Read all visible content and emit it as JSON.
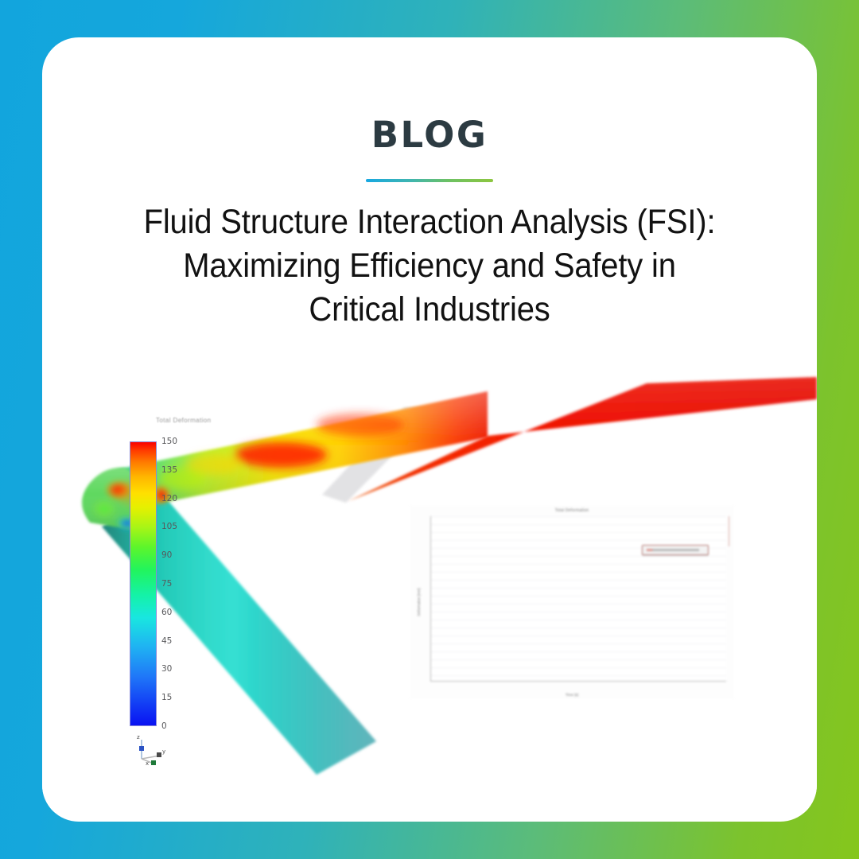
{
  "card": {
    "kicker": "BLOG",
    "headline_lines": [
      "Fluid Structure Interaction Analysis (FSI):",
      "Maximizing Efficiency and Safety in",
      "Critical Industries"
    ]
  },
  "theme": {
    "background_start": "#12A5DD",
    "background_end": "#85C61C",
    "kicker_color": "#2C3B42",
    "rule_start": "#17A8E2",
    "rule_end": "#8DC63F",
    "card_background": "#FFFFFF"
  },
  "figure": {
    "alt": "fsi-pipe-elbow-stress-contour",
    "colorbar": {
      "caption": "Total Deformation",
      "unit_max": 150,
      "unit_min": 0,
      "ticks": [
        150,
        135,
        120,
        105,
        90,
        75,
        60,
        45,
        30,
        15,
        0
      ],
      "colormap": "rainbow",
      "color_min": "#0A12F2",
      "color_max": "#FA0000"
    },
    "axis_triad": {
      "x_label": "X",
      "y_label": "Y",
      "z_label": "Z"
    },
    "plot": {
      "title": "Total Deformation",
      "xlabel": "Time [s]",
      "ylabel": "Deformation [mm]",
      "legend_label": "Total Deformation",
      "yticks": [
        "",
        "",
        "",
        "",
        "",
        "",
        "",
        "",
        "",
        "",
        "",
        "",
        "",
        "",
        "",
        "",
        "",
        "",
        "",
        ""
      ]
    }
  },
  "chart_data": {
    "type": "line",
    "title": "Total Deformation",
    "xlabel": "Time [s]",
    "ylabel": "Deformation [mm]",
    "grid": true,
    "legend_position": "top-right",
    "series": [
      {
        "name": "Total Deformation",
        "x": [],
        "values": []
      }
    ],
    "note": "Plot area is rendered blank/low-resolution in the source screenshot; no data curve is legible."
  }
}
